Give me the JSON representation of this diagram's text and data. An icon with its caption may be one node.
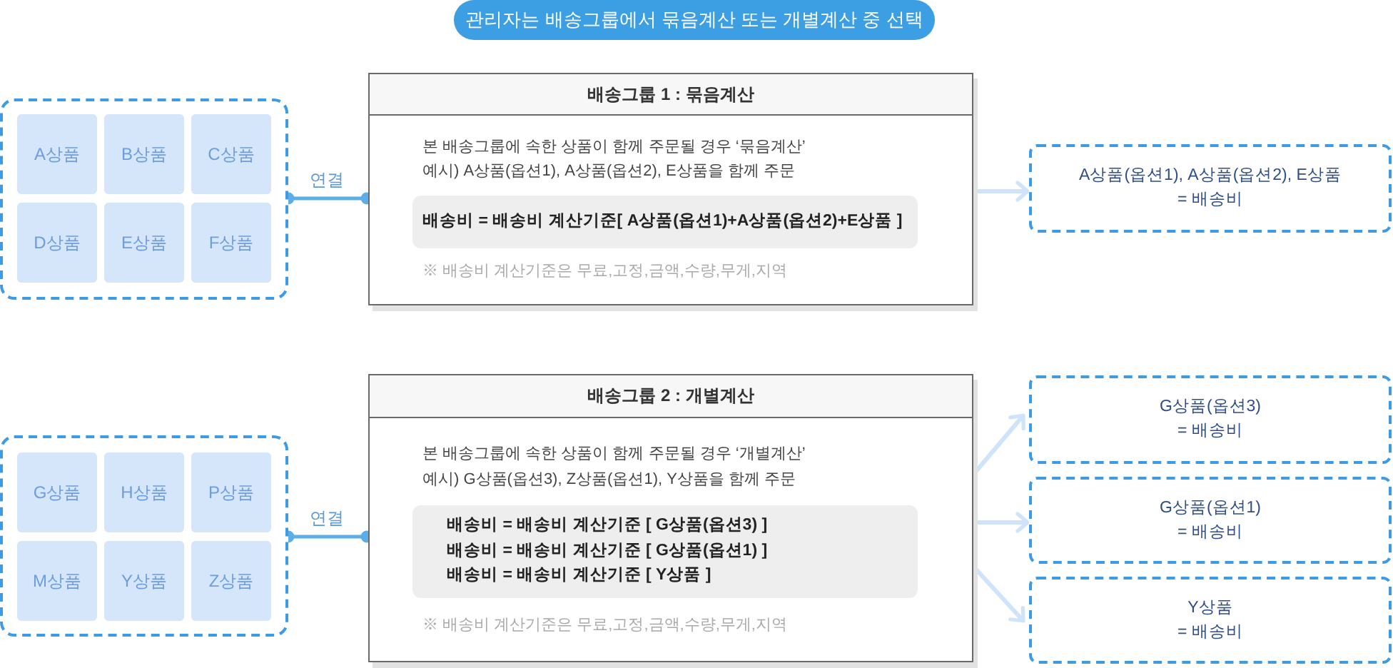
{
  "diagram": {
    "title": "관리자는 배송그룹에서 묶음계산 또는 개별계산 중 선택",
    "nodes": [
      {
        "text": [],
        "shape": "box"
      },
      {
        "text": [
          "A상품"
        ],
        "in": 0
      },
      {
        "text": [
          "B상품"
        ],
        "in": 0
      },
      {
        "text": [
          "C상품"
        ],
        "in": 0
      },
      {
        "text": [
          "D상품"
        ],
        "in": 0
      },
      {
        "text": [
          "E상품"
        ],
        "in": 0
      },
      {
        "text": [
          "F상품"
        ],
        "in": 0
      },
      {
        "text": [
          "배송그룹 1 : 묶음계산",
          "본 배송그룹에 속한 상품이 함께 주문될 경우 ‘묶음계산’",
          "예시) A상품(옵션1), A상품(옵션2), E상품을 함께 주문",
          "※ 배송비 계산기준은 무료,고정,금액,수량,무게,지역"
        ]
      },
      {
        "text": [
          "배송비 = 배송비 계산기준[ A상품(옵션1)+A상품(옵션2)+E상품 ]"
        ],
        "in": 7
      },
      {
        "text": [
          "A상품(옵션1), A상품(옵션2), E상품",
          "= 배송비"
        ]
      },
      {
        "text": [],
        "shape": "box"
      },
      {
        "text": [
          "G상품"
        ],
        "in": 10
      },
      {
        "text": [
          "H상품"
        ],
        "in": 10
      },
      {
        "text": [
          "P상품"
        ],
        "in": 10
      },
      {
        "text": [
          "M상품"
        ],
        "in": 10
      },
      {
        "text": [
          "Y상품"
        ],
        "in": 10
      },
      {
        "text": [
          "Z상품"
        ],
        "in": 10
      },
      {
        "text": [
          "배송그룹 2 : 개별계산",
          "본 배송그룹에 속한 상품이 함께 주문될 경우 ‘개별계산’",
          "예시) G상품(옵션3), Z상품(옵션1), Y상품을 함께 주문",
          "※ 배송비 계산기준은 무료,고정,금액,수량,무게,지역"
        ]
      },
      {
        "text": [
          "배송비 = 배송비 계산기준 [ G상품(옵션3) ]",
          "배송비 = 배송비 계산기준 [ G상품(옵션1) ]",
          "배송비 = 배송비 계산기준 [ Y상품 ]"
        ],
        "in": 17
      },
      {
        "text": [
          "G상품(옵션3)",
          "= 배송비"
        ]
      },
      {
        "text": [
          "G상품(옵션1)",
          "= 배송비"
        ]
      },
      {
        "text": [
          "Y상품",
          "= 배송비"
        ]
      }
    ],
    "edges": [
      {
        "from": 0,
        "to": 7,
        "arrow": "other",
        "label": "연결",
        "color": "#5caee8"
      },
      {
        "from": 7,
        "to": 9,
        "arrow": "to"
      },
      {
        "from": 10,
        "to": 17,
        "arrow": "other",
        "label": "연결",
        "color": "#5caee8"
      },
      {
        "from": 17,
        "to": 19,
        "arrow": "to"
      },
      {
        "from": 17,
        "to": 20,
        "arrow": "to"
      },
      {
        "from": 17,
        "to": 21,
        "arrow": "to"
      }
    ]
  }
}
